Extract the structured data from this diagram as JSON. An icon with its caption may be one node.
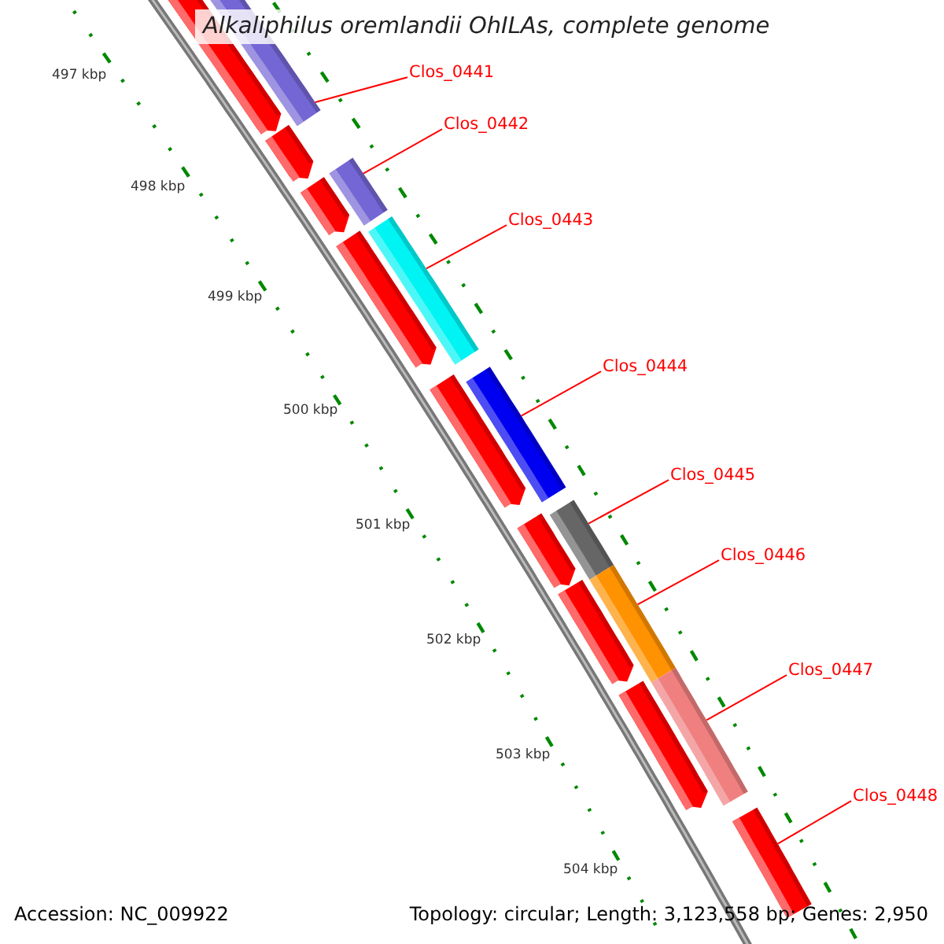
{
  "diagram": {
    "title": "Alkaliphilus oremlandii OhILAs, complete genome",
    "nodes": [
      {
        "text": [
          "Clos_0441"
        ]
      },
      {
        "text": [
          "Clos_0442"
        ]
      },
      {
        "text": [
          "Clos_0443"
        ]
      },
      {
        "text": [
          "Clos_0444"
        ]
      },
      {
        "text": [
          "Clos_0445"
        ]
      },
      {
        "text": [
          "Clos_0446"
        ]
      },
      {
        "text": [
          "Clos_0447"
        ]
      },
      {
        "text": [
          "Clos_0448"
        ]
      },
      {
        "text": [],
        "shape": "bar"
      },
      {
        "text": [],
        "shape": "bar"
      },
      {
        "text": [],
        "shape": "bar"
      },
      {
        "text": [],
        "shape": "bar"
      },
      {
        "text": [],
        "shape": "bar"
      },
      {
        "text": [],
        "shape": "bar"
      },
      {
        "text": [],
        "shape": "bar"
      },
      {
        "text": [],
        "shape": "bar"
      },
      {
        "text": [],
        "shape": "bar"
      },
      {
        "text": [],
        "shape": "bar"
      },
      {
        "text": [],
        "shape": "bar"
      },
      {
        "text": [],
        "shape": "bar"
      },
      {
        "text": [],
        "shape": "bar"
      },
      {
        "text": [],
        "shape": "bar"
      },
      {
        "text": [],
        "shape": "bar"
      },
      {
        "text": [],
        "shape": "bar"
      }
    ],
    "edges": [
      {
        "from": 0,
        "to": 8,
        "arrow": "none"
      },
      {
        "from": 1,
        "to": 9,
        "arrow": "none"
      },
      {
        "from": 2,
        "to": 10,
        "arrow": "none"
      },
      {
        "from": 3,
        "to": 11,
        "arrow": "none"
      },
      {
        "from": 4,
        "to": 12,
        "arrow": "none"
      },
      {
        "from": 5,
        "to": 13,
        "arrow": "none"
      },
      {
        "from": 6,
        "to": 14,
        "arrow": "none"
      },
      {
        "from": 7,
        "to": 15,
        "arrow": "none"
      }
    ],
    "labels": [
      "497 kbp",
      "498 kbp",
      "499 kbp",
      "500 kbp",
      "501 kbp",
      "502 kbp",
      "503 kbp",
      "504 kbp",
      "Accession: NC_009922",
      "Topology: circular; Length: 3,123,558 bp; Genes: 2,950"
    ]
  }
}
